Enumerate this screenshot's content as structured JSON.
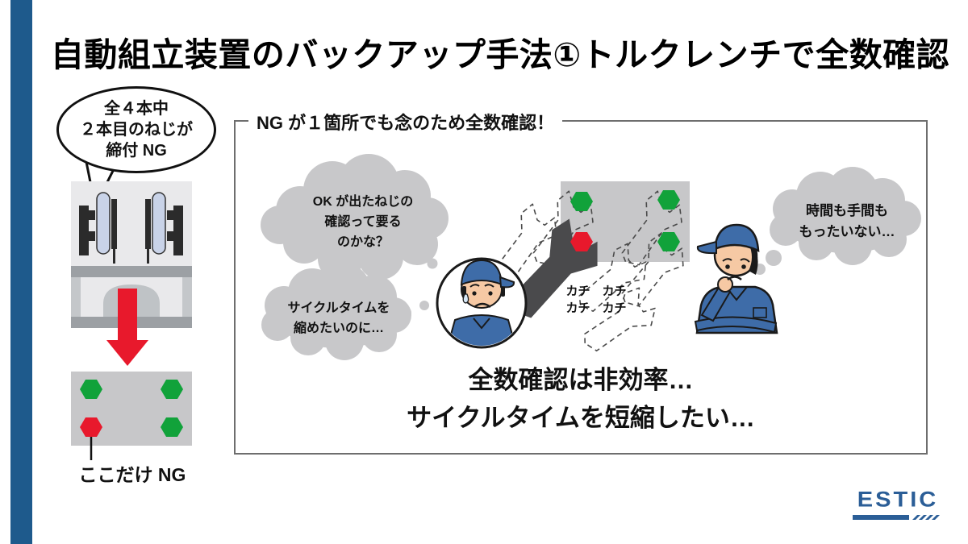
{
  "title": "自動組立装置のバックアップ手法①トルクレンチで全数確認",
  "left_panel": {
    "speech_bubble": "全４本中\n２本目のねじが\n締付 NG",
    "caption": "ここだけ NG"
  },
  "main_box": {
    "label": "NG が１箇所でも念のため全数確認！",
    "thought_left_1": "OK が出たねじの\n確認って要る\nのかな？",
    "thought_left_2": "サイクルタイムを\n縮めたいのに…",
    "thought_right": "時間も手間も\nもったいない…",
    "wrench_sfx": "カチ　カチ\nカチ　カチ",
    "message": "全数確認は非効率…\nサイクルタイムを短縮したい…"
  },
  "screw_status": {
    "left_plate": [
      "OK",
      "OK",
      "NG",
      "OK"
    ],
    "main_plate": [
      "OK",
      "OK",
      "NG",
      "OK"
    ]
  },
  "logo": {
    "text": "ESTIC"
  },
  "colors": {
    "ok_green": "#11A23A",
    "ng_red": "#E8192C",
    "accent_blue": "#1E5A8C",
    "logo_blue": "#2B5E97",
    "plate_gray": "#C7C7C9",
    "cloud_gray": "#C8C8CA",
    "wrench_gray": "#4A4A4C"
  }
}
